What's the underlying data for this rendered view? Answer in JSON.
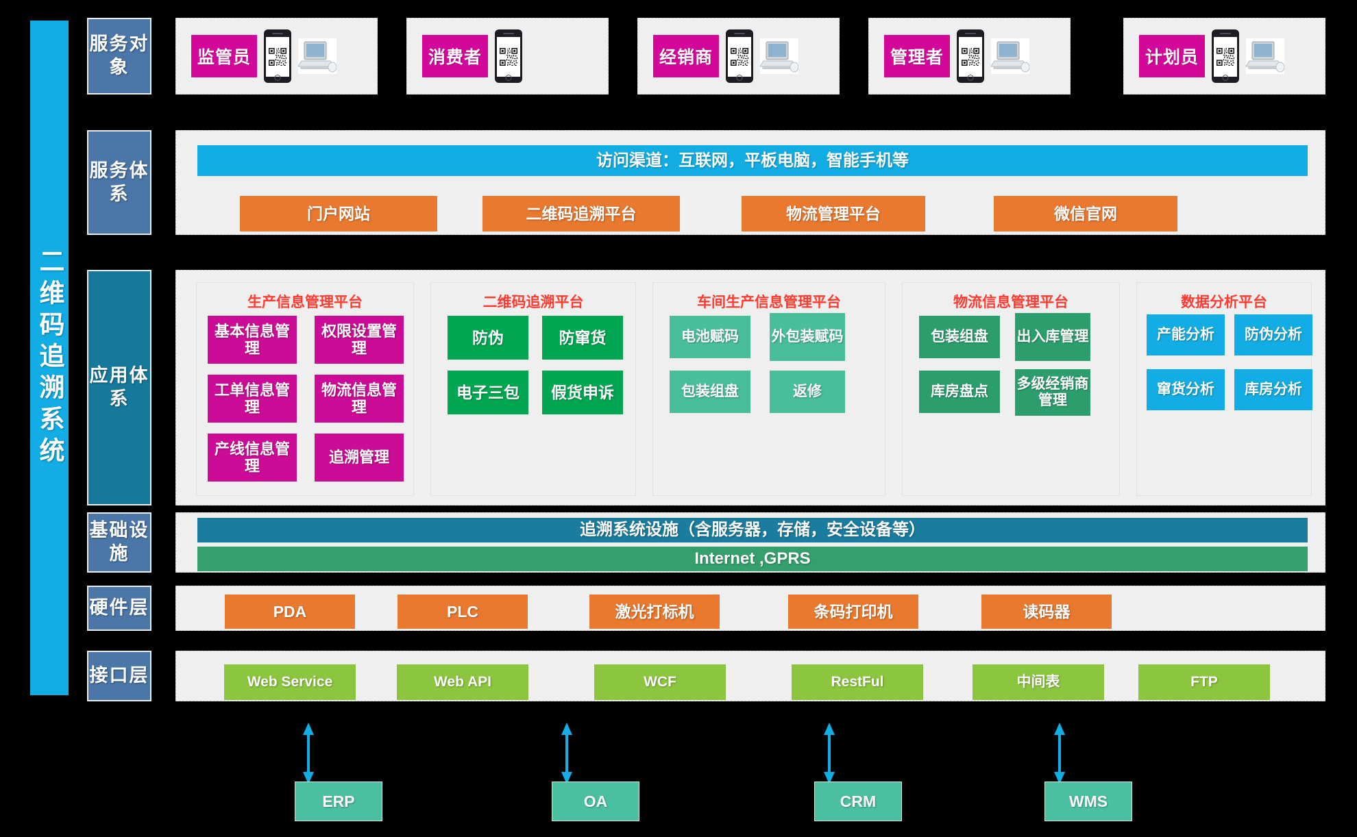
{
  "system_title": "二维码追溯系统",
  "rows": [
    {
      "key": "service_objects",
      "label": "服务对象"
    },
    {
      "key": "service_system",
      "label": "服务体系"
    },
    {
      "key": "application",
      "label": "应用体系"
    },
    {
      "key": "infrastructure",
      "label": "基础设施"
    },
    {
      "key": "hardware",
      "label": "硬件层"
    },
    {
      "key": "interface",
      "label": "接口层"
    }
  ],
  "service_objects": {
    "actors": [
      {
        "name": "监管员",
        "devices": [
          "phone-qr-icon",
          "computer-icon"
        ]
      },
      {
        "name": "消费者",
        "devices": [
          "phone-qr-icon"
        ]
      },
      {
        "name": "经销商",
        "devices": [
          "phone-qr-icon",
          "computer-icon"
        ]
      },
      {
        "name": "管理者",
        "devices": [
          "phone-qr-icon",
          "computer-icon"
        ]
      },
      {
        "name": "计划员",
        "devices": [
          "phone-qr-icon",
          "computer-icon"
        ]
      }
    ]
  },
  "service_system": {
    "channel_bar": "访问渠道：互联网，平板电脑，智能手机等",
    "platforms": [
      "门户网站",
      "二维码追溯平台",
      "物流管理平台",
      "微信官网"
    ]
  },
  "application": {
    "columns": [
      {
        "title": "生产信息管理平台",
        "style": "magenta",
        "items": [
          "基本信息管理",
          "权限设置管理",
          "工单信息管理",
          "物流信息管理",
          "产线信息管理",
          "追溯管理"
        ]
      },
      {
        "title": "二维码追溯平台",
        "style": "green",
        "items": [
          "防伪",
          "防窜货",
          "电子三包",
          "假货申诉"
        ]
      },
      {
        "title": "车间生产信息管理平台",
        "style": "seagreen",
        "items": [
          "电池赋码",
          "外包装赋码",
          "包装组盘",
          "返修"
        ]
      },
      {
        "title": "物流信息管理平台",
        "style": "darkgreen",
        "items": [
          "包装组盘",
          "出入库管理",
          "库房盘点",
          "多级经销商管理"
        ]
      },
      {
        "title": "数据分析平台",
        "style": "cyan",
        "items": [
          "产能分析",
          "防伪分析",
          "窜货分析",
          "库房分析"
        ]
      }
    ]
  },
  "infrastructure": {
    "facilities_bar": "追溯系统设施（含服务器，存储，安全设备等）",
    "network_bar": "Internet ,GPRS"
  },
  "hardware": {
    "items": [
      "PDA",
      "PLC",
      "激光打标机",
      "条码打印机",
      "读码器"
    ]
  },
  "interface": {
    "items": [
      "Web Service",
      "Web API",
      "WCF",
      "RestFul",
      "中间表",
      "FTP"
    ]
  },
  "external_systems": {
    "items": [
      "ERP",
      "OA",
      "CRM",
      "WMS"
    ],
    "connector": "bidirectional-arrow"
  },
  "colors": {
    "brand_blue": "#12ADE4",
    "row_label": "#4A76A8",
    "row_label_active": "#16799B",
    "magenta": "#CC0C96",
    "actor_chip": "#D4079B",
    "orange": "#E8792E",
    "green": "#00A650",
    "seagreen": "#49BE9A",
    "darkgreen": "#2C9E6D",
    "light_green": "#8CC63F",
    "mint": "#4BC0A0",
    "teal_bar": "#1A7C9E",
    "green_bar": "#35A06B",
    "platform_title": "#FF3B30",
    "panel_bg": "#EFEFEF"
  }
}
